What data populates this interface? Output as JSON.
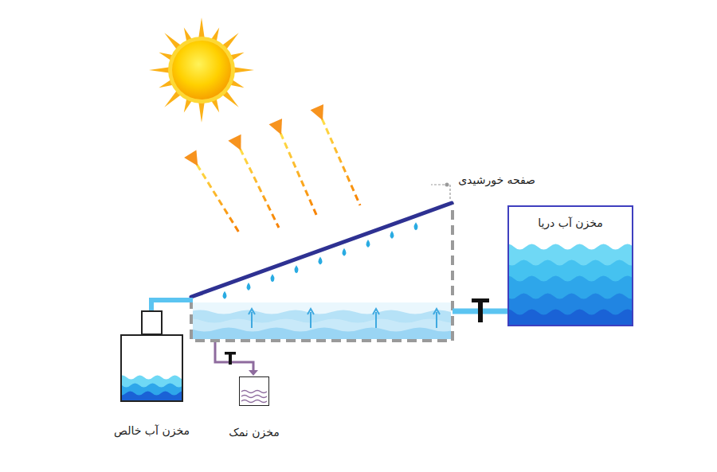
{
  "diagram": {
    "nodes": [
      {
        "text": [
          "مخزن آب دریا"
        ]
      },
      {
        "text": [
          "مخزن آب خالص"
        ]
      },
      {
        "text": [
          "مخزن نمک"
        ]
      }
    ],
    "labels": [
      "صفحه خورشیدی"
    ]
  }
}
